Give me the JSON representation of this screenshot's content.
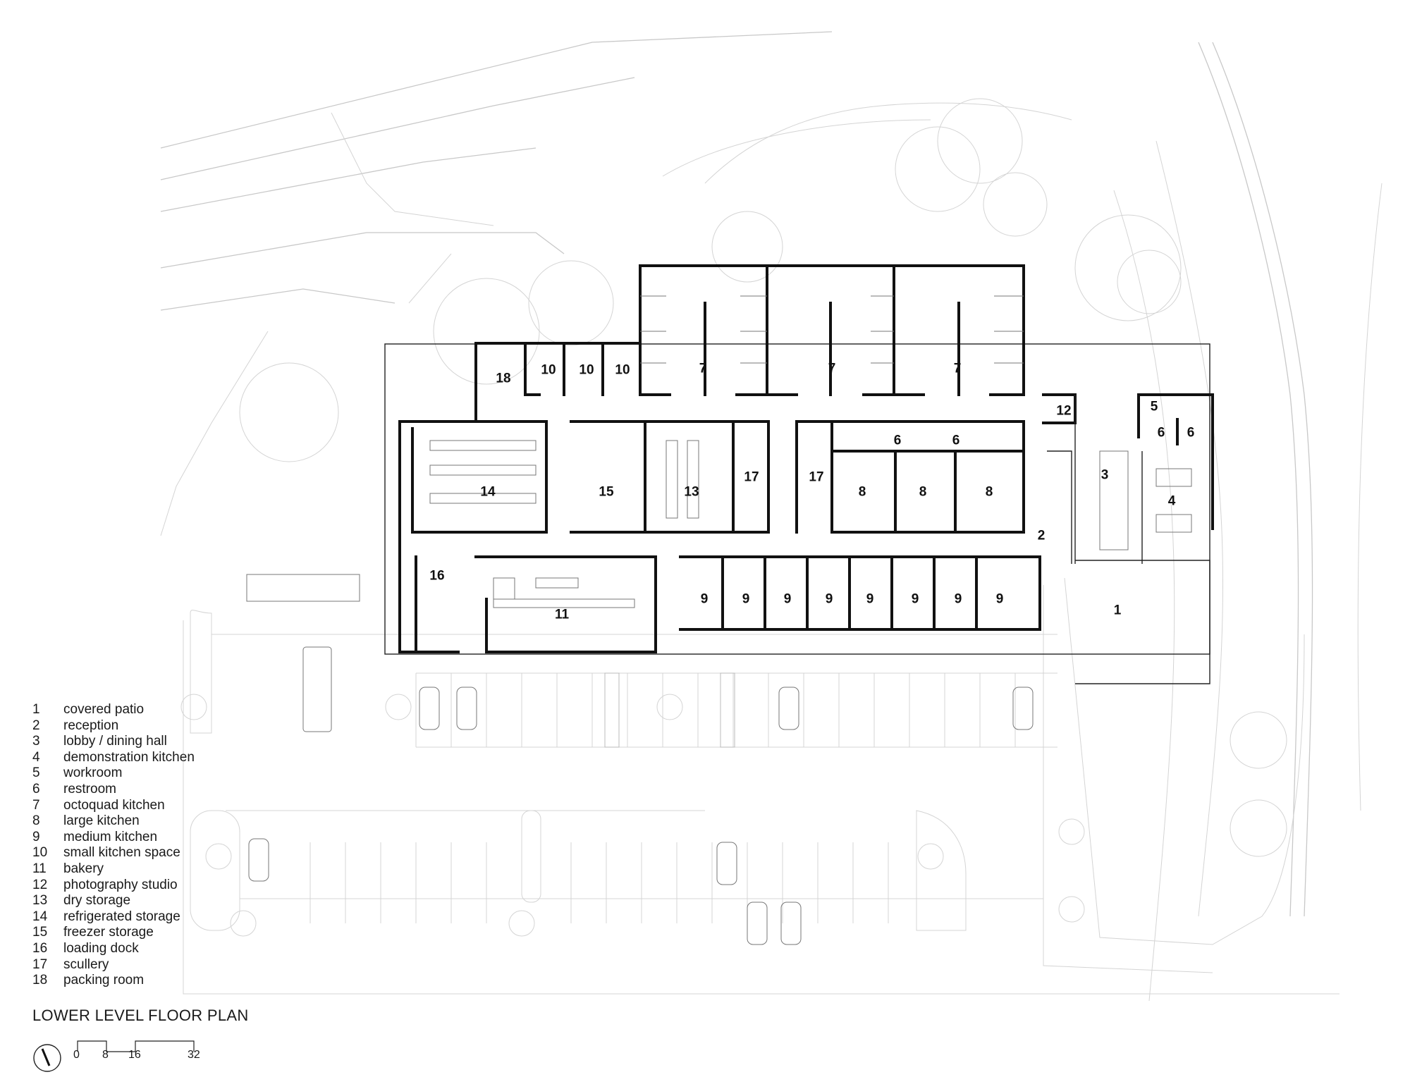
{
  "title": "LOWER LEVEL FLOOR PLAN",
  "legend": [
    {
      "num": "1",
      "label": "covered patio"
    },
    {
      "num": "2",
      "label": "reception"
    },
    {
      "num": "3",
      "label": "lobby / dining hall"
    },
    {
      "num": "4",
      "label": "demonstration kitchen"
    },
    {
      "num": "5",
      "label": "workroom"
    },
    {
      "num": "6",
      "label": "restroom"
    },
    {
      "num": "7",
      "label": "octoquad kitchen"
    },
    {
      "num": "8",
      "label": "large kitchen"
    },
    {
      "num": "9",
      "label": "medium kitchen"
    },
    {
      "num": "10",
      "label": "small kitchen space"
    },
    {
      "num": "11",
      "label": "bakery"
    },
    {
      "num": "12",
      "label": "photography studio"
    },
    {
      "num": "13",
      "label": "dry storage"
    },
    {
      "num": "14",
      "label": "refrigerated storage"
    },
    {
      "num": "15",
      "label": "freezer storage"
    },
    {
      "num": "16",
      "label": "loading dock"
    },
    {
      "num": "17",
      "label": "scullery"
    },
    {
      "num": "18",
      "label": "packing room"
    }
  ],
  "scale_bar": {
    "ticks": [
      "0",
      "8",
      "16",
      "32"
    ]
  },
  "north_arrow_icon": "north-arrow-icon",
  "room_labels": {
    "r1": "1",
    "r2": "2",
    "r3": "3",
    "r4": "4",
    "r5": "5",
    "r6a": "6",
    "r6b": "6",
    "r6c": "6",
    "r6d": "6",
    "r7a": "7",
    "r7b": "7",
    "r7c": "7",
    "r8a": "8",
    "r8b": "8",
    "r8c": "8",
    "r9a": "9",
    "r9b": "9",
    "r9c": "9",
    "r9d": "9",
    "r9e": "9",
    "r9f": "9",
    "r9g": "9",
    "r9h": "9",
    "r10a": "10",
    "r10b": "10",
    "r10c": "10",
    "r11": "11",
    "r12": "12",
    "r13": "13",
    "r14": "14",
    "r15": "15",
    "r16": "16",
    "r17a": "17",
    "r17b": "17",
    "r18": "18"
  }
}
